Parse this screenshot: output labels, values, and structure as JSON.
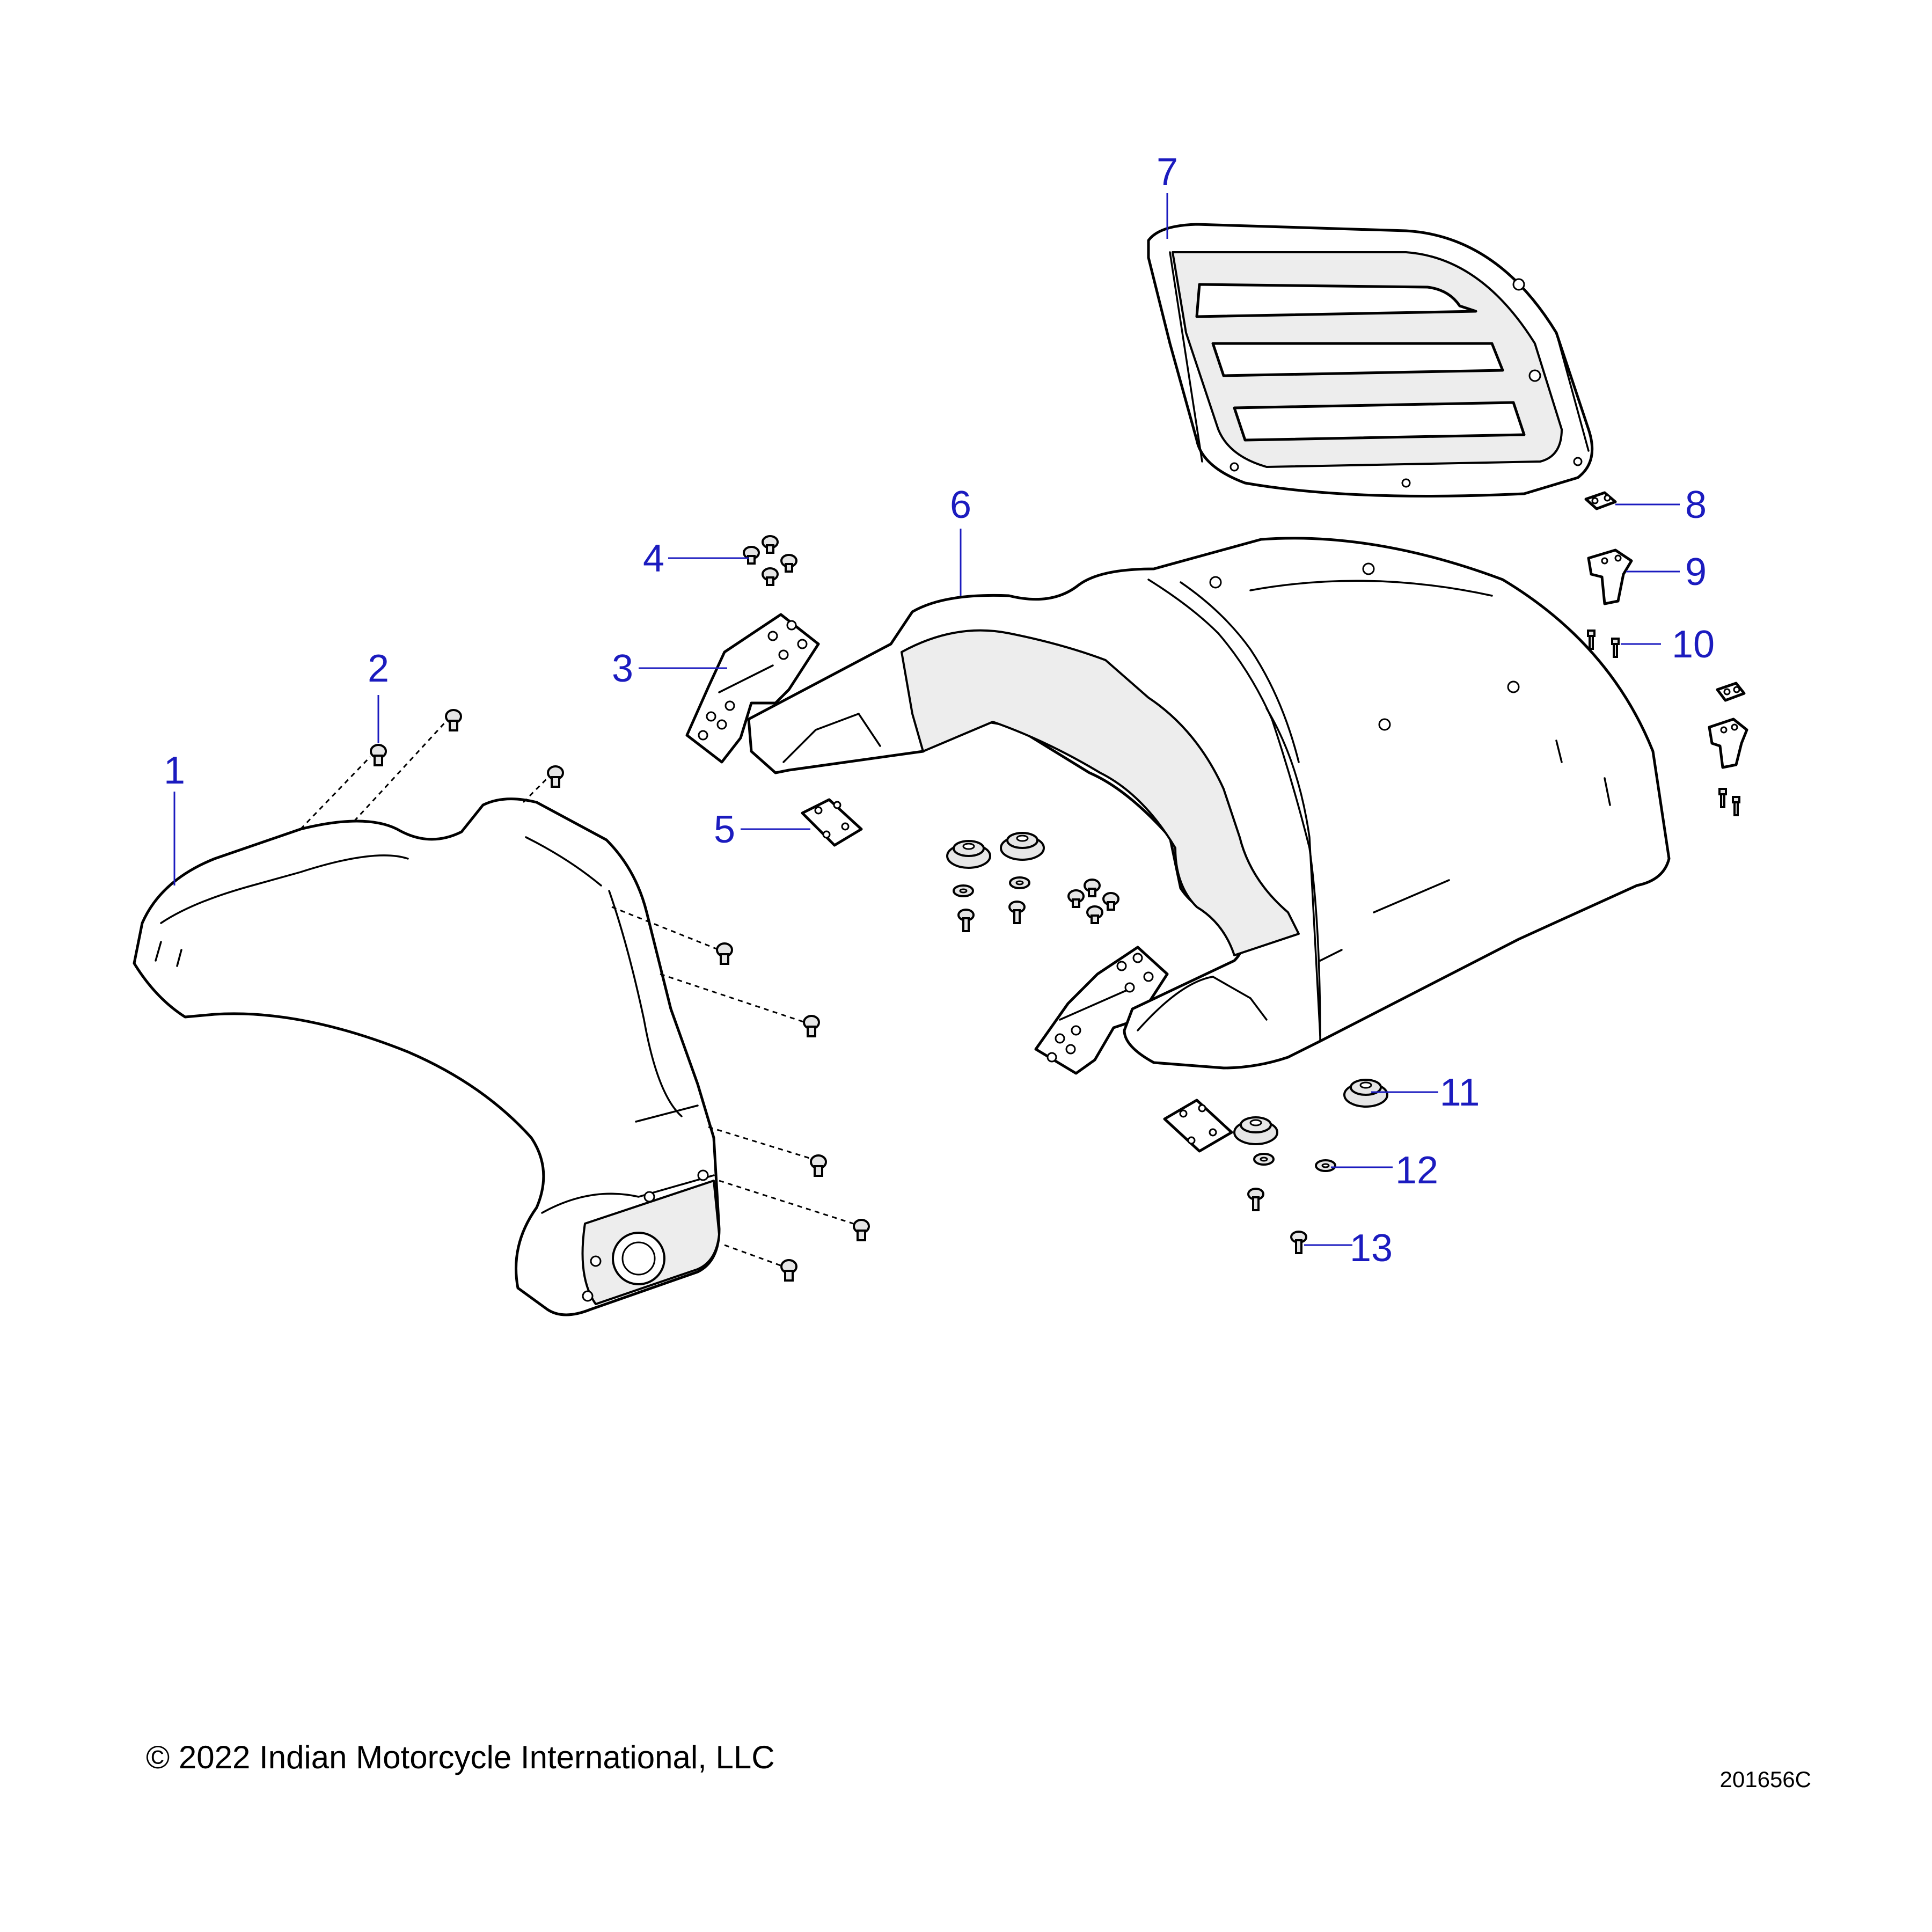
{
  "callouts": [
    {
      "num": "1"
    },
    {
      "num": "2"
    },
    {
      "num": "3"
    },
    {
      "num": "4"
    },
    {
      "num": "5"
    },
    {
      "num": "6"
    },
    {
      "num": "7"
    },
    {
      "num": "8"
    },
    {
      "num": "9"
    },
    {
      "num": "10"
    },
    {
      "num": "11"
    },
    {
      "num": "12"
    },
    {
      "num": "13"
    }
  ],
  "footer": {
    "copyright": "© 2022 Indian Motorcycle International, LLC",
    "drawing_number": "201656C"
  },
  "colors": {
    "callout": "#1b1bbf",
    "line": "#000000",
    "background": "#ffffff"
  }
}
